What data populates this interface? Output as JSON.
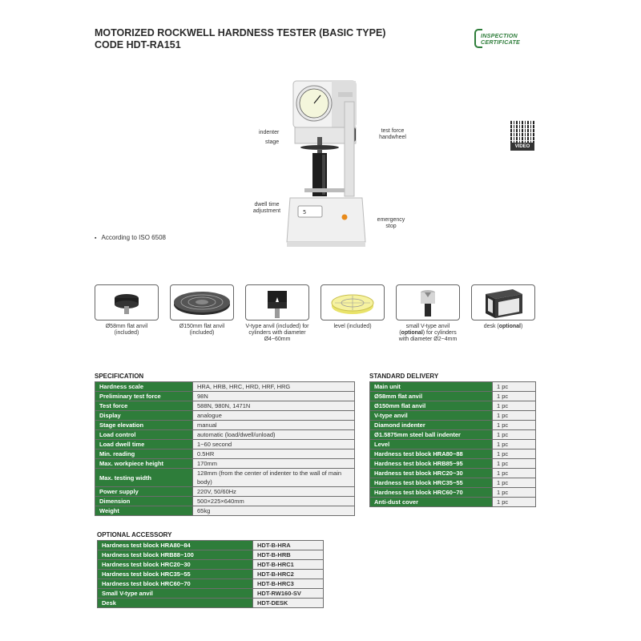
{
  "header": {
    "title_line1": "MOTORIZED ROCKWELL HARDNESS TESTER (BASIC TYPE)",
    "title_line2": "CODE HDT-RA151",
    "cert_line1": "INSPECTION",
    "cert_line2": "CERTIFICATE",
    "qr_label": "VIDEO",
    "qr_icon": "qr-code-icon",
    "accent_color": "#2e7d3a"
  },
  "machine_callouts": {
    "indenter": "indenter",
    "stage": "stage",
    "test_force_handwheel": "test force handwheel",
    "dwell_time_adjustment": "dwell time adjustment",
    "emergency_stop": "emergency stop"
  },
  "note": "According to ISO 6508",
  "accessories": [
    {
      "icon": "flat-anvil-58-icon",
      "caption": "Ø58mm flat anvil (included)"
    },
    {
      "icon": "flat-anvil-150-icon",
      "caption": "Ø150mm flat anvil (included)"
    },
    {
      "icon": "v-anvil-icon",
      "caption": "V-type anvil (included) for cylinders with diameter Ø4~60mm"
    },
    {
      "icon": "level-icon",
      "caption": "level (included)"
    },
    {
      "icon": "small-v-anvil-icon",
      "caption_pre": "small V-type anvil (",
      "caption_bold": "optional",
      "caption_post": ") for cylinders with diameter Ø2~4mm"
    },
    {
      "icon": "desk-icon",
      "caption_pre": "desk (",
      "caption_bold": "optional",
      "caption_post": ")"
    }
  ],
  "specification": {
    "heading": "SPECIFICATION",
    "rows": [
      [
        "Hardness scale",
        "HRA, HRB, HRC, HRD, HRF, HRG"
      ],
      [
        "Preliminary test force",
        "98N"
      ],
      [
        "Test force",
        "588N, 980N, 1471N"
      ],
      [
        "Display",
        "analogue"
      ],
      [
        "Stage elevation",
        "manual"
      ],
      [
        "Load control",
        "automatic (load/dwell/unload)"
      ],
      [
        "Load dwell time",
        "1~60 second"
      ],
      [
        "Min. reading",
        "0.5HR"
      ],
      [
        "Max. workpiece height",
        "170mm"
      ],
      [
        "Max. testing width",
        "128mm (from the center of indenter to the wall of main body)"
      ],
      [
        "Power supply",
        "220V, 50/60Hz"
      ],
      [
        "Dimension",
        "500×225×640mm"
      ],
      [
        "Weight",
        "65kg"
      ]
    ]
  },
  "standard_delivery": {
    "heading": "STANDARD DELIVERY",
    "rows": [
      [
        "Main unit",
        "1 pc"
      ],
      [
        "Ø58mm flat anvil",
        "1 pc"
      ],
      [
        "Ø150mm flat anvil",
        "1 pc"
      ],
      [
        "V-type anvil",
        "1 pc"
      ],
      [
        "Diamond indenter",
        "1 pc"
      ],
      [
        "Ø1.5875mm steel ball indenter",
        "1 pc"
      ],
      [
        "Level",
        "1 pc"
      ],
      [
        "Hardness test block HRA80~88",
        "1 pc"
      ],
      [
        "Hardness test block HRB85~95",
        "1 pc"
      ],
      [
        "Hardness test block HRC20~30",
        "1 pc"
      ],
      [
        "Hardness test block HRC35~55",
        "1 pc"
      ],
      [
        "Hardness test block HRC60~70",
        "1 pc"
      ],
      [
        "Anti-dust cover",
        "1 pc"
      ]
    ]
  },
  "optional_accessory": {
    "heading": "OPTIONAL ACCESSORY",
    "rows": [
      [
        "Hardness test block HRA80~84",
        "HDT-B-HRA"
      ],
      [
        "Hardness test block HRB88~100",
        "HDT-B-HRB"
      ],
      [
        "Hardness test block HRC20~30",
        "HDT-B-HRC1"
      ],
      [
        "Hardness test block HRC35~55",
        "HDT-B-HRC2"
      ],
      [
        "Hardness test block HRC60~70",
        "HDT-B-HRC3"
      ],
      [
        "Small V-type anvil",
        "HDT-RW160-SV"
      ],
      [
        "Desk",
        "HDT-DESK"
      ]
    ]
  }
}
